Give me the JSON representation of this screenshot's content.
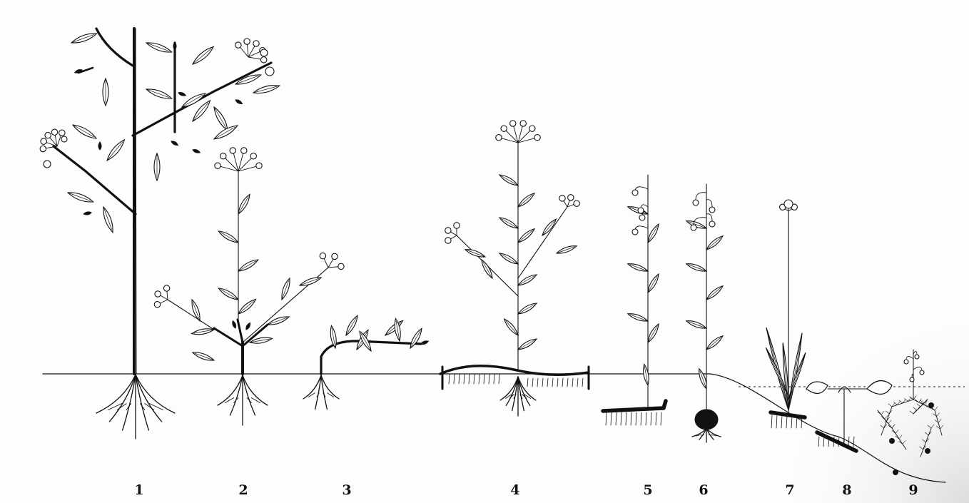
{
  "figure": {
    "labels": [
      "1",
      "2",
      "3",
      "4",
      "5",
      "6",
      "7",
      "8",
      "9"
    ],
    "colors": {
      "ink": "#111111",
      "paper": "#fdfdfb",
      "shade": "#e7e7e7"
    }
  }
}
